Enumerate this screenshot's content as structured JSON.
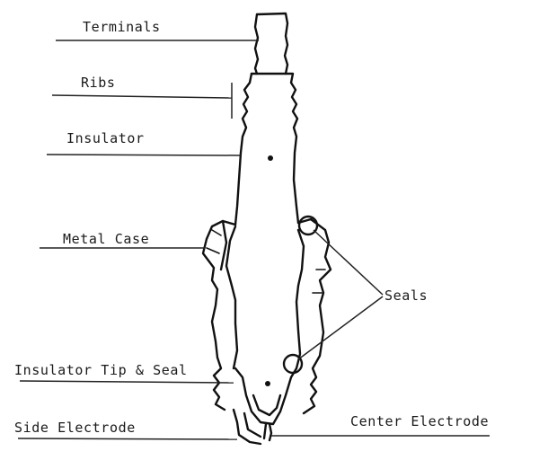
{
  "labels": {
    "terminals": "Terminals",
    "ribs": "Ribs",
    "insulator": "Insulator",
    "metal_case": "Metal Case",
    "seals": "Seals",
    "insulator_tip_seal": "Insulator Tip & Seal",
    "side_electrode": "Side Electrode",
    "center_electrode": "Center Electrode"
  }
}
